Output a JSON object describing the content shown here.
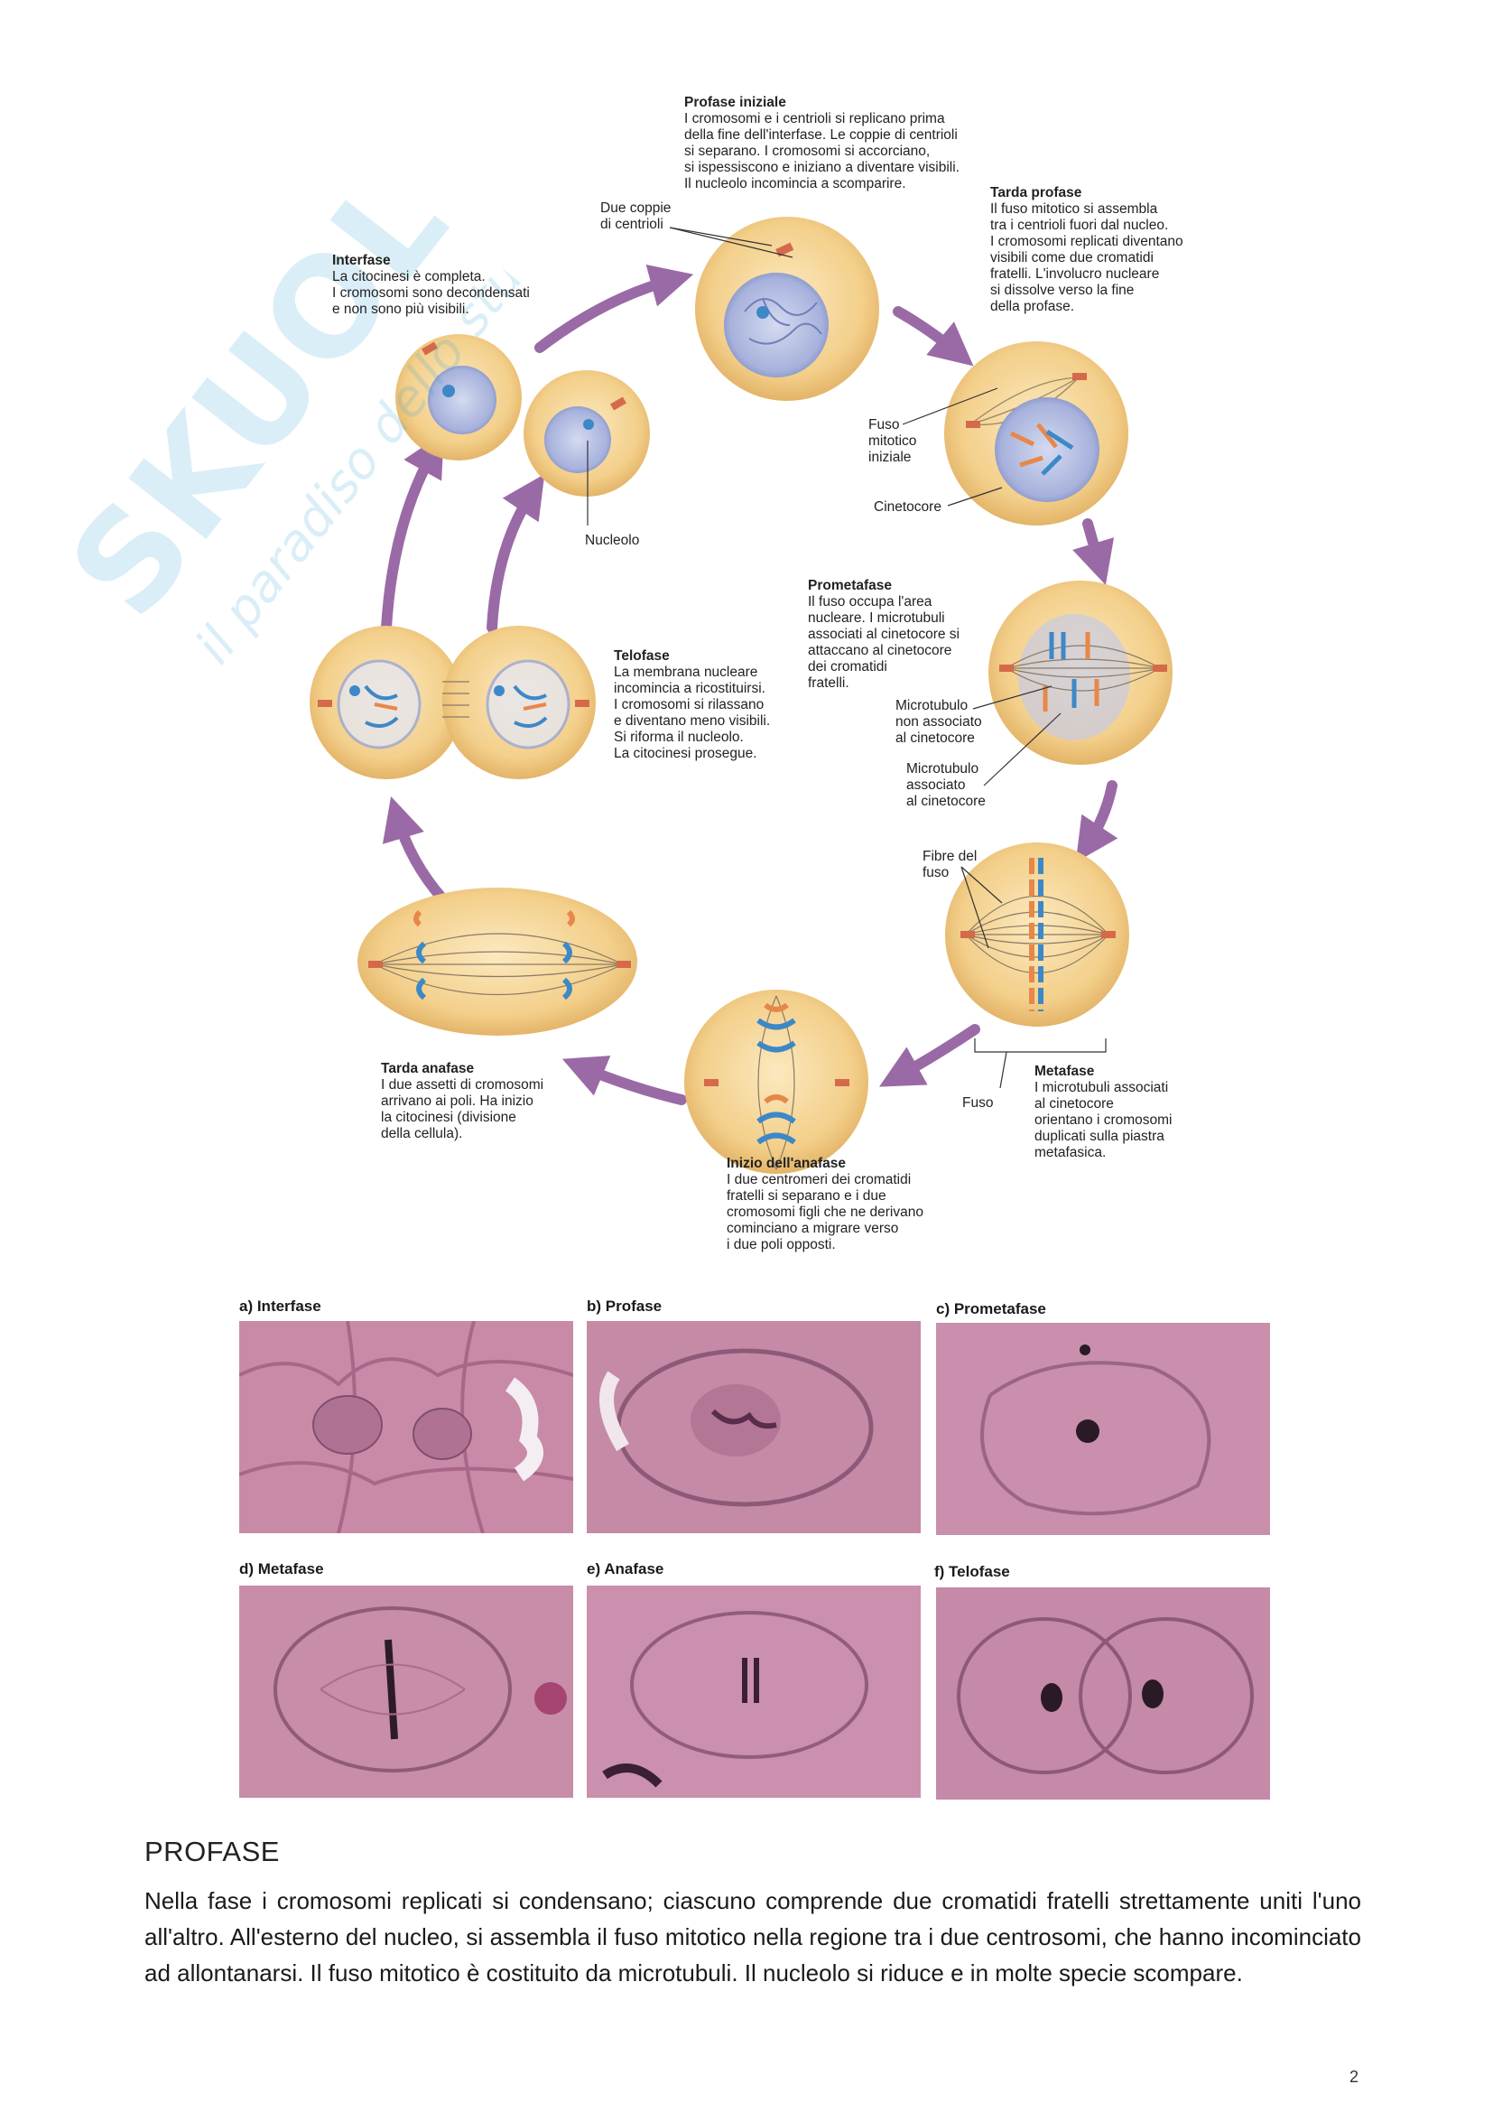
{
  "watermark": {
    "brand": "SKUOLA.net",
    "tagline": "il paradiso dello studente"
  },
  "diagram": {
    "profase_iniziale": {
      "title": "Profase iniziale",
      "lines": [
        "I cromosomi e i centrioli si replicano prima",
        "della fine dell'interfase. Le coppie di centrioli",
        "si separano. I cromosomi si accorciano,",
        "si ispessiscono e iniziano a diventare visibili.",
        "Il nucleolo incomincia a scomparire."
      ]
    },
    "tarda_profase": {
      "title": "Tarda profase",
      "lines": [
        "Il fuso mitotico si assembla",
        "tra i centrioli fuori dal nucleo.",
        "I cromosomi replicati diventano",
        "visibili come due cromatidi",
        "fratelli. L'involucro nucleare",
        "si dissolve verso la fine",
        "della profase."
      ]
    },
    "interfase": {
      "title": "Interfase",
      "lines": [
        "La citocinesi è completa.",
        "I cromosomi sono decondensati",
        "e non sono più visibili."
      ]
    },
    "prometafase": {
      "title": "Prometafase",
      "lines": [
        "Il fuso occupa l'area",
        "nucleare. I microtubuli",
        "associati al cinetocore si",
        "attaccano al cinetocore",
        "dei cromatidi",
        "fratelli."
      ]
    },
    "telofase": {
      "title": "Telofase",
      "lines": [
        "La membrana nucleare",
        "incomincia a ricostituirsi.",
        "I cromosomi si rilassano",
        "e diventano meno visibili.",
        "Si riforma il nucleolo.",
        "La citocinesi prosegue."
      ]
    },
    "tarda_anafase": {
      "title": "Tarda anafase",
      "lines": [
        "I due assetti di cromosomi",
        "arrivano ai poli. Ha inizio",
        "la citocinesi (divisione",
        "della cellula)."
      ]
    },
    "metafase": {
      "title": "Metafase",
      "lines": [
        "I microtubuli associati",
        "al cinetocore",
        "orientano i cromosomi",
        "duplicati sulla piastra",
        "metafasica."
      ]
    },
    "inizio_anafase": {
      "title": "Inizio dell'anafase",
      "lines": [
        "I due centromeri dei cromatidi",
        "fratelli si separano e i due",
        "cromosomi figli che ne derivano",
        "cominciano a migrare verso",
        "i due poli opposti."
      ]
    },
    "labels": {
      "due_coppie": [
        "Due coppie",
        "di centrioli"
      ],
      "fuso_mitotico": [
        "Fuso",
        "mitotico",
        "iniziale"
      ],
      "cinetocore": [
        "Cinetocore"
      ],
      "nucleolo": [
        "Nucleolo"
      ],
      "microtubulo_non": [
        "Microtubulo",
        "non associato",
        "al cinetocore"
      ],
      "microtubulo_ass": [
        "Microtubulo",
        "associato",
        "al cinetocore"
      ],
      "fibre_fuso": [
        "Fibre del",
        "fuso"
      ],
      "fuso": [
        "Fuso"
      ]
    }
  },
  "photos": [
    {
      "label": "a) Interfase"
    },
    {
      "label": "b) Profase"
    },
    {
      "label": "c) Prometafase"
    },
    {
      "label": "d) Metafase"
    },
    {
      "label": "e) Anafase"
    },
    {
      "label": "f) Telofase"
    }
  ],
  "section": {
    "heading": "PROFASE",
    "body": "Nella fase i cromosomi replicati si condensano; ciascuno comprende due cromatidi fratelli strettamente uniti l'uno all'altro. All'esterno del nucleo, si assembla il fuso mitotico nella regione tra i due centrosomi, che hanno incominciato ad allontanarsi. Il fuso mitotico è costituito da microtubuli. Il nucleolo si riduce e in molte specie scompare."
  },
  "page_number": "2",
  "colors": {
    "cell": "#f3cf8a",
    "nucleus": "#a7b2dc",
    "arrow": "#9a6aa6",
    "chrom_blue": "#3d88c7",
    "chrom_orange": "#e8874a",
    "tissue": "#c98aa8"
  }
}
